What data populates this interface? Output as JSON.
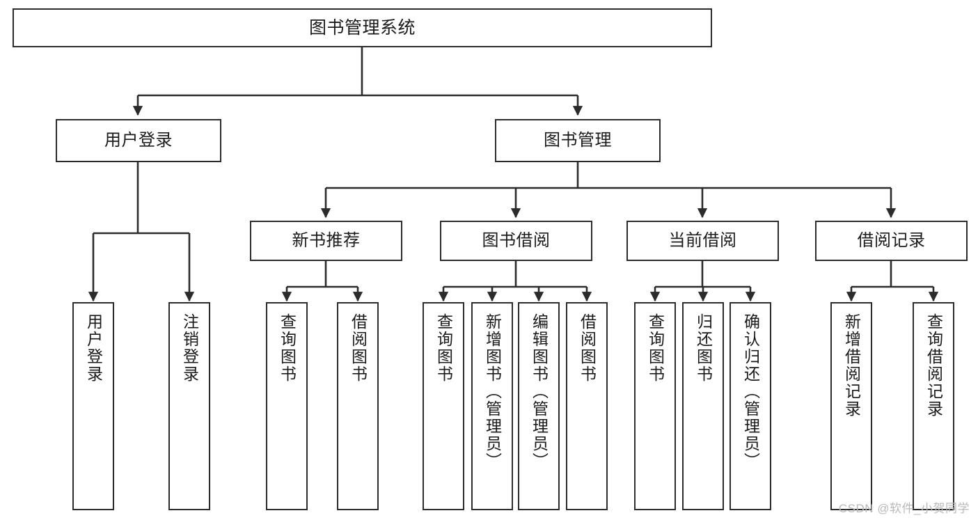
{
  "diagram": {
    "title": "图书管理系统",
    "watermark": "CSDN @软件_小贺同学",
    "colors": {
      "stroke": "#2b2b2b",
      "box_fill": "#ffffff",
      "text": "#1a1a1a",
      "background": "#ffffff",
      "watermark": "#b9b9b9"
    },
    "nodes": {
      "root": {
        "label": "图书管理系统"
      },
      "level2": [
        {
          "label": "用户登录"
        },
        {
          "label": "图书管理"
        }
      ],
      "level3": [
        {
          "label": "新书推荐"
        },
        {
          "label": "图书借阅"
        },
        {
          "label": "当前借阅"
        },
        {
          "label": "借阅记录"
        }
      ],
      "leaves": {
        "user_login": [
          {
            "label": "用户登录"
          },
          {
            "label": "注销登录"
          }
        ],
        "new_book_recommend": [
          {
            "label": "查询图书"
          },
          {
            "label": "借阅图书"
          }
        ],
        "book_borrow": [
          {
            "label": "查询图书"
          },
          {
            "label": "新增图书（管理员）"
          },
          {
            "label": "编辑图书（管理员）"
          },
          {
            "label": "借阅图书"
          }
        ],
        "current_borrow": [
          {
            "label": "查询图书"
          },
          {
            "label": "归还图书"
          },
          {
            "label": "确认归还（管理员）"
          }
        ],
        "borrow_record": [
          {
            "label": "新增借阅记录"
          },
          {
            "label": "查询借阅记录"
          }
        ]
      }
    }
  }
}
